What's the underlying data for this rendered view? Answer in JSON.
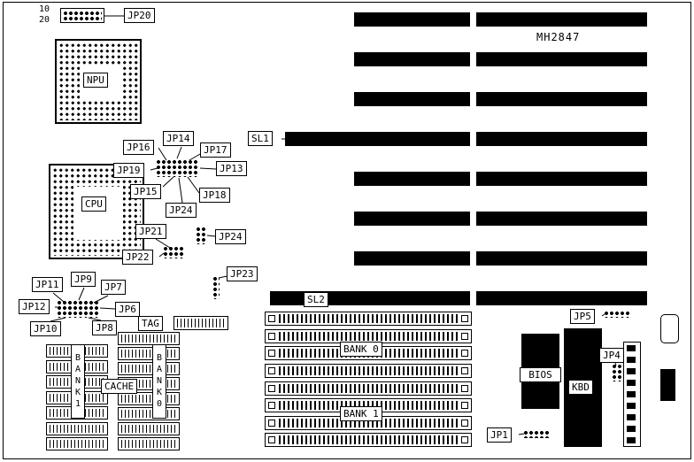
{
  "board": {
    "model": "MH2847",
    "jp20_pin_top": "10",
    "jp20_pin_bottom": "20"
  },
  "labels": {
    "jp20": "JP20",
    "npu": "NPU",
    "cpu": "CPU",
    "jp16": "JP16",
    "jp14": "JP14",
    "jp17": "JP17",
    "jp19": "JP19",
    "jp13": "JP13",
    "jp15": "JP15",
    "jp18": "JP18",
    "jp24_cpu": "JP24",
    "sl1": "SL1",
    "sl2": "SL2",
    "jp21": "JP21",
    "jp22": "JP22",
    "jp24_mid": "JP24",
    "jp23": "JP23",
    "jp11": "JP11",
    "jp9": "JP9",
    "jp7": "JP7",
    "jp12": "JP12",
    "jp6": "JP6",
    "jp10": "JP10",
    "jp8": "JP8",
    "tag": "TAG",
    "cache": "CACHE",
    "bank1_vertical": "BANK1",
    "bank0_vertical": "BANK0",
    "bank0": "BANK 0",
    "bank1": "BANK 1",
    "bios": "BIOS",
    "kbd": "KBD",
    "jp5": "JP5",
    "jp4": "JP4",
    "jp1": "JP1"
  }
}
